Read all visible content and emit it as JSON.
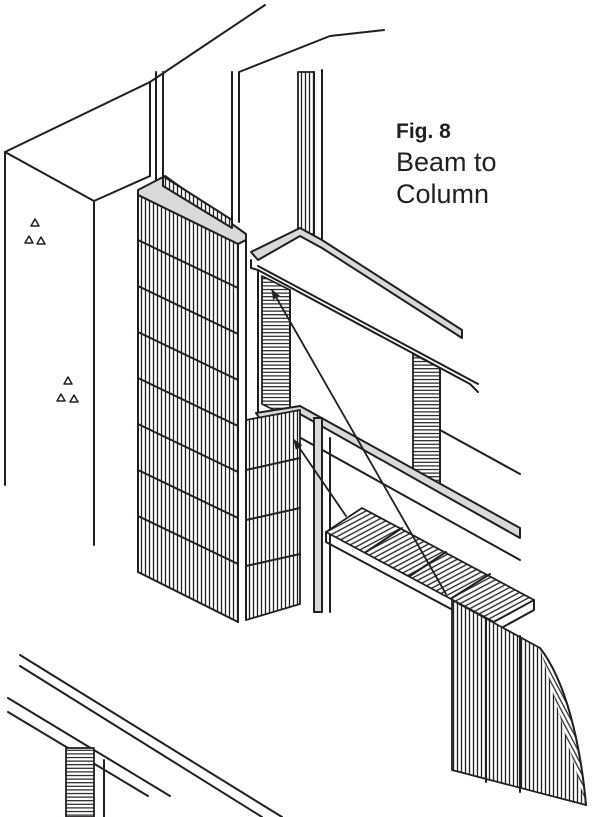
{
  "figure": {
    "label": "Fig. 8",
    "title_line_1": "Beam to",
    "title_line_2": "Column"
  },
  "colors": {
    "ink": "#231f20",
    "flange": "#d9d9d9",
    "paper": "#ffffff"
  }
}
